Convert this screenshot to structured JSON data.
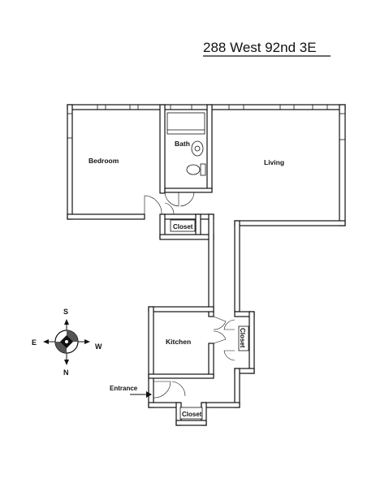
{
  "title": "288 West 92nd 3E",
  "rooms": {
    "bedroom": "Bedroom",
    "bath": "Bath",
    "living": "Living",
    "kitchen": "Kitchen",
    "closet_upper": "Closet",
    "closet_right": "Closet",
    "closet_bottom": "Closet"
  },
  "entrance_label": "Entrance",
  "compass": {
    "north": "N",
    "south": "S",
    "east": "E",
    "west": "W"
  }
}
